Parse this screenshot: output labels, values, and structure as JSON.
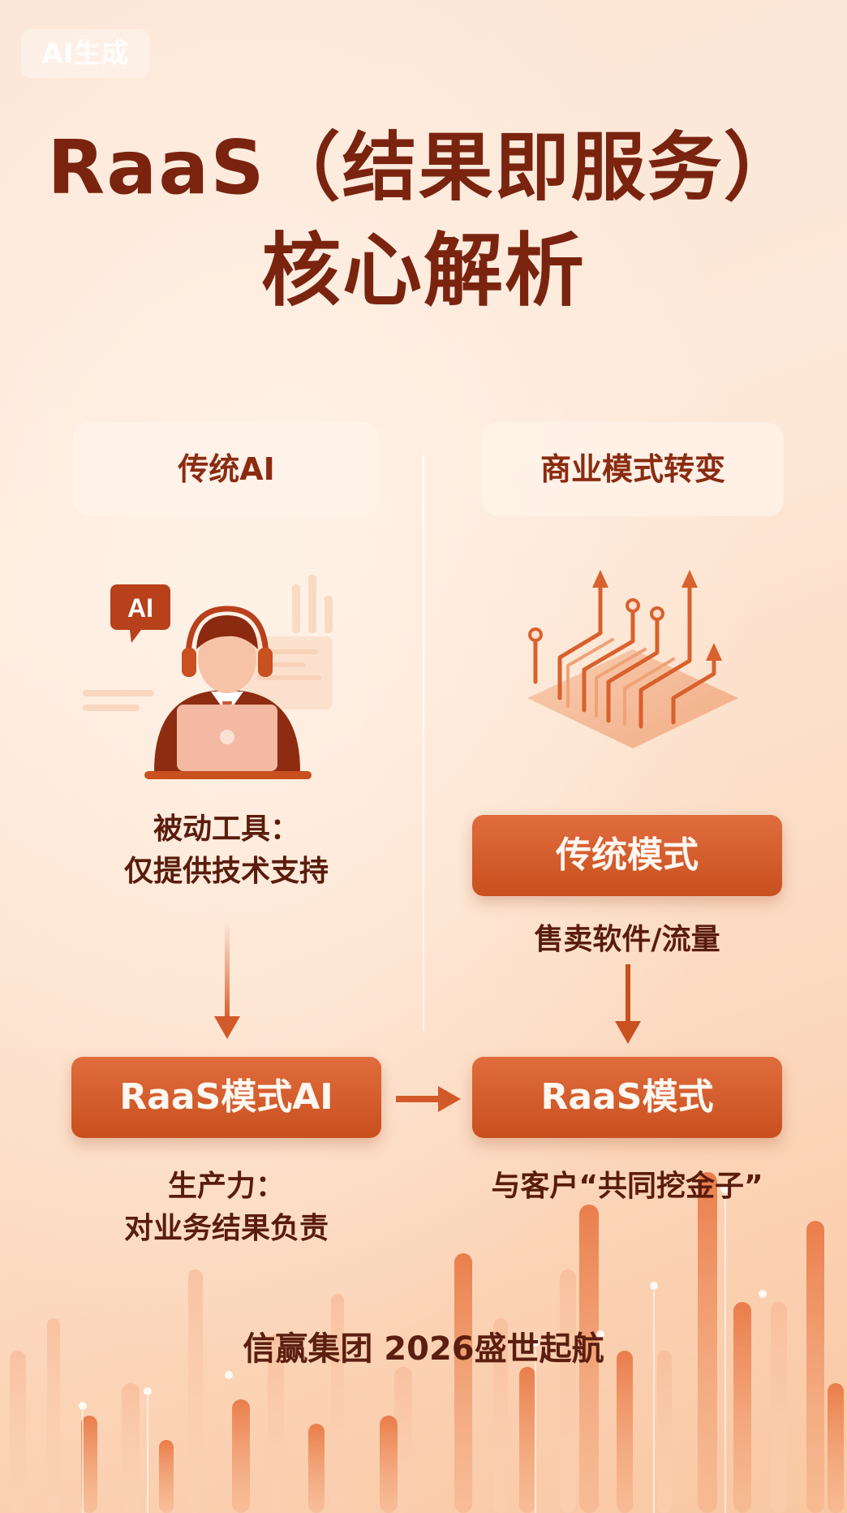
{
  "badge": "AI生成",
  "title": {
    "line1": "RaaS（结果即服务）",
    "line2": "核心解析"
  },
  "left": {
    "header": "传统AI",
    "ai_tag": "AI",
    "caption_line1": "被动工具：",
    "caption_line2": "仅提供技术支持",
    "button": "RaaS模式AI",
    "result_line1": "生产力：",
    "result_line2": "对业务结果负责"
  },
  "right": {
    "header": "商业模式转变",
    "traditional_button": "传统模式",
    "traditional_caption": "售卖软件/流量",
    "raas_button": "RaaS模式",
    "raas_caption": "与客户“共同挖金子”"
  },
  "footer": "信赢集团 2026盛世起航",
  "colors": {
    "title": "#7a2410",
    "accent": "#d35d2c",
    "text_dark": "#5a1c0c"
  },
  "icons": [
    "person-headset-laptop-icon",
    "circuit-growth-arrows-icon",
    "arrow-down-icon",
    "arrow-right-icon"
  ]
}
